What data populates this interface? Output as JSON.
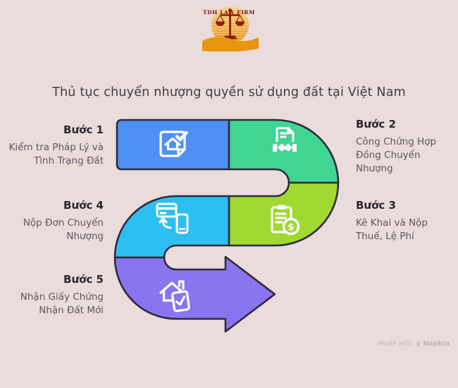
{
  "page": {
    "background": "#e9dcdb",
    "outline_color": "#2f2b3d"
  },
  "logo": {
    "firm_name": "TDH LAW FIRM",
    "scales_color": "#8f1b0c",
    "banner_color": "#e8960f"
  },
  "title": "Thủ tục chuyển nhượng quyền sử dụng đất tại Việt Nam",
  "steps": [
    {
      "label": "Bước 1",
      "desc_lines": [
        "Kiểm tra Pháp Lý và",
        "Tình Trạng Đất"
      ],
      "color": "#4f90f5",
      "icon": "house-check-note-icon",
      "side": "left"
    },
    {
      "label": "Bước 2",
      "desc_lines": [
        "Công Chứng Hợp",
        "Đồng Chuyển",
        "Nhượng"
      ],
      "color": "#41d592",
      "icon": "contract-handshake-icon",
      "side": "right"
    },
    {
      "label": "Bước 3",
      "desc_lines": [
        "Kê Khai và Nộp",
        "Thuế, Lệ Phí"
      ],
      "color": "#9fd932",
      "icon": "clipboard-dollar-icon",
      "icon_badge": "$",
      "side": "right"
    },
    {
      "label": "Bước 4",
      "desc_lines": [
        "Nộp Đơn Chuyển",
        "Nhượng"
      ],
      "color": "#2bc0f0",
      "icon": "card-phone-transfer-icon",
      "side": "left"
    },
    {
      "label": "Bước 5",
      "desc_lines": [
        "Nhận Giấy Chứng",
        "Nhận Đất Mới"
      ],
      "color": "#8b74f0",
      "icon": "house-document-check-icon",
      "side": "left"
    }
  ],
  "watermark": {
    "prefix": "Made with",
    "brand": "Napkin"
  }
}
